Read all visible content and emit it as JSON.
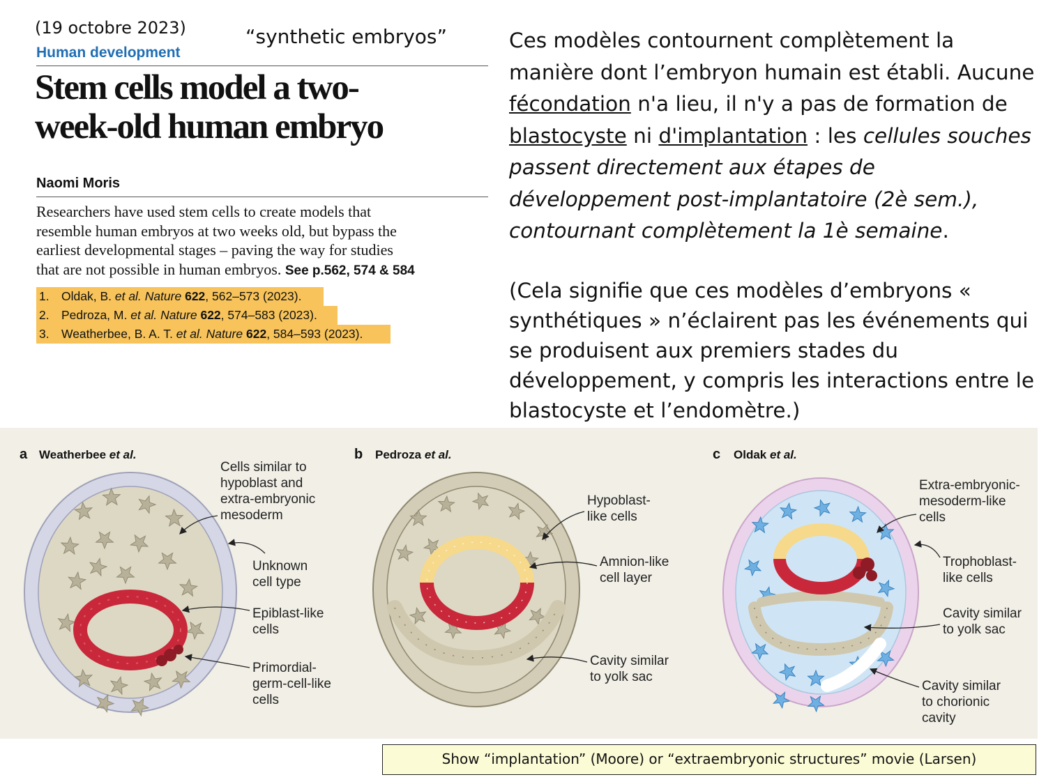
{
  "article": {
    "date": "(19 octobre 2023)",
    "tag": "“synthetic embryos”",
    "section": "Human development",
    "headline_1": "Stem cells model a two-",
    "headline_2": "week-old human embryo",
    "author": "Naomi Moris",
    "abstract_1": "Researchers have used stem cells to create models that",
    "abstract_2": "resemble human embryos at two weeks old, but bypass the",
    "abstract_3": "earliest developmental stages – paving the way for studies",
    "abstract_4": "that are not possible in human embryos.",
    "see_pages": "See p.562, 574 & 584",
    "references": [
      {
        "num": "1.",
        "authors": "Oldak, B.",
        "etal": "et al.",
        "journal": "Nature",
        "vol": "622",
        "pages": ", 562–573 (2023)."
      },
      {
        "num": "2.",
        "authors": "Pedroza, M.",
        "etal": "et al.",
        "journal": "Nature",
        "vol": "622",
        "pages": ", 574–583 (2023)."
      },
      {
        "num": "3.",
        "authors": "Weatherbee, B. A. T.",
        "etal": "et al.",
        "journal": "Nature",
        "vol": "622",
        "pages": ", 584–593 (2023)."
      }
    ]
  },
  "french": {
    "p1_a": "Ces modèles contournent complètement la manière dont l’embryon humain est établi. Aucune ",
    "p1_fecondation": "fécondation",
    "p1_b": " n'a lieu, il n'y a pas de formation de ",
    "p1_blastocyste": "blastocyste",
    "p1_c": " ni ",
    "p1_implantation": "d'implantation",
    "p1_d": " : les ",
    "p1_italic": "cellules souches passent directement aux étapes de développement post-implantatoire (2è sem.), contournant complètement la 1è semaine",
    "p1_e": ".",
    "p2": "(Cela signifie que ces modèles d’embryons « synthétiques » n’éclairent pas les événements qui se produisent aux premiers stades du développement, y compris les interactions entre le blastocyste et l’endomètre.)"
  },
  "figure": {
    "panel_a": {
      "letter": "a",
      "name": "Weatherbee",
      "etal": "et al."
    },
    "panel_b": {
      "letter": "b",
      "name": "Pedroza",
      "etal": "et al."
    },
    "panel_c": {
      "letter": "c",
      "name": "Oldak",
      "etal": "et al."
    },
    "a_labels": {
      "hypoblast": [
        "Cells similar to",
        "hypoblast and",
        "extra-embryonic",
        "mesoderm"
      ],
      "unknown": [
        "Unknown",
        "cell type"
      ],
      "epiblast": [
        "Epiblast-like",
        "cells"
      ],
      "pgc": [
        "Primordial-",
        "germ-cell-like",
        "cells"
      ]
    },
    "b_labels": {
      "hypoblast": [
        "Hypoblast-",
        "like cells"
      ],
      "amnion": [
        "Amnion-like",
        "cell layer"
      ],
      "yolk": [
        "Cavity similar",
        "to yolk sac"
      ]
    },
    "c_labels": {
      "mesoderm": [
        "Extra-embryonic-",
        "mesoderm-like",
        "cells"
      ],
      "trophoblast": [
        "Trophoblast-",
        "like cells"
      ],
      "yolk": [
        "Cavity similar",
        "to yolk sac"
      ],
      "chorionic": [
        "Cavity similar",
        "to chorionic",
        "cavity"
      ]
    },
    "colors": {
      "background": "#f1efe6",
      "beige_cells": "#d9d3bf",
      "epiblast_red": "#c8283a",
      "amnion_yellow": "#f6d98a",
      "trophoblast_pink": "#ecd3ec",
      "mesoderm_blue": "#6fb0e2"
    }
  },
  "note": "Show “implantation” (Moore) or “extraembryonic structures” movie (Larsen)"
}
